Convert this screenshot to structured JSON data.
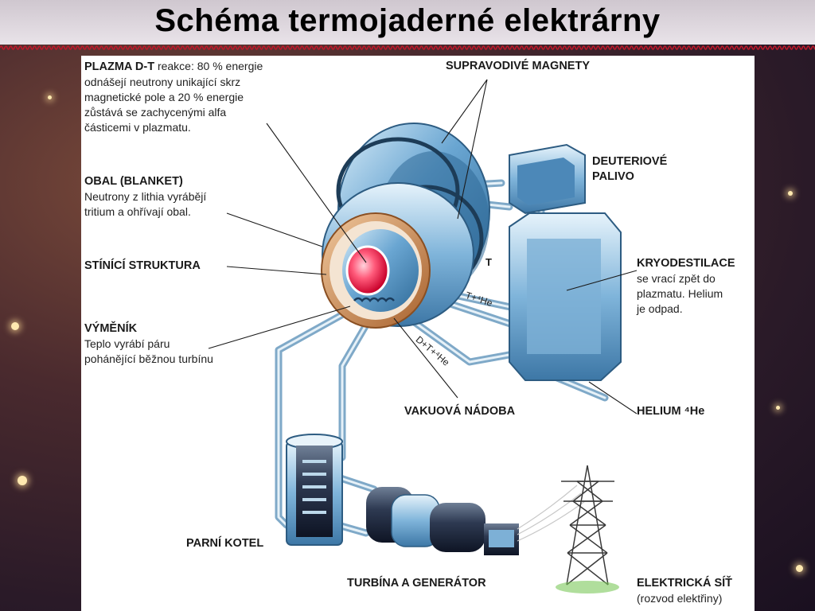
{
  "slide": {
    "title": "Schéma termojaderné elektrárny"
  },
  "labels": {
    "plazma_head": "PLAZMA D-T",
    "plazma_line1_rest": " reakce: 80 % energie",
    "plazma_line2": "odnášejí neutrony unikající skrz",
    "plazma_line3": "magnetické pole a 20 % energie",
    "plazma_line4": "zůstává se zachycenými alfa",
    "plazma_line5": "částicemi v plazmatu.",
    "obal_head": "OBAL (BLANKET)",
    "obal_line1": "Neutrony z lithia vyrábějí",
    "obal_line2": "tritium a ohřívají obal.",
    "stinici": "STÍNÍCÍ STRUKTURA",
    "vymenik_head": "VÝMĚNÍK",
    "vymenik_line1": "Teplo vyrábí páru",
    "vymenik_line2": "pohánějící běžnou turbínu",
    "supravodive": "SUPRAVODIVÉ MAGNETY",
    "deuteriove_line1": "DEUTERIOVÉ",
    "deuteriove_line2": "PALIVO",
    "kryo_head": "KRYODESTILACE",
    "kryo_line1": "se vrací zpět do",
    "kryo_line2": "plazmatu. Helium",
    "kryo_line3": "je odpad.",
    "helium": "HELIUM ⁴He",
    "vakuova": "VAKUOVÁ NÁDOBA",
    "parni": "PARNÍ KOTEL",
    "turbina": "TURBÍNA A GENERÁTOR",
    "elektricka_head": "ELEKTRICKÁ SÍŤ",
    "elektricka_line1": "(rozvod elektřiny)",
    "pipe_t": "T",
    "pipe_the": "T+⁴He",
    "pipe_dthe": "D+T+⁴He"
  },
  "colors": {
    "title_bar": "#e3dde3",
    "steel_blue": "#5f9cc9",
    "copper": "#c98a55",
    "plasma_red": "#e0143c",
    "pipe": "#aac6dc"
  }
}
